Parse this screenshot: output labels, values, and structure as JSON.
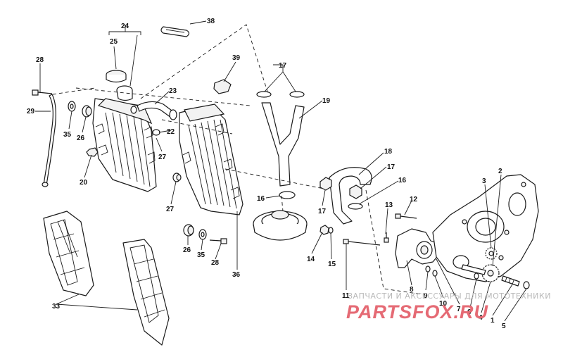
{
  "watermark": {
    "tagline": "ЗАПЧАСТИ И АКСЕССУАРЫ ДЛЯ МОТОТЕХНИКИ",
    "logo": "PARTSFOX.RU",
    "logo_color": "#e56a74"
  },
  "callouts": {
    "n1": "1",
    "n2": "2",
    "n3": "3",
    "n4": "4",
    "n5": "5",
    "n6": "6",
    "n7": "7",
    "n8": "8",
    "n9": "9",
    "n10": "10",
    "n11": "11",
    "n12": "12",
    "n13": "13",
    "n14": "14",
    "n15": "15",
    "n16": "16",
    "n17": "17",
    "n18": "18",
    "n19": "19",
    "n20": "20",
    "n22": "22",
    "n23": "23",
    "n24": "24",
    "n25": "25",
    "n26": "26",
    "n27": "27",
    "n28": "28",
    "n29": "29",
    "n33": "33",
    "n35": "35",
    "n36": "36",
    "n38": "38",
    "n39": "39"
  }
}
